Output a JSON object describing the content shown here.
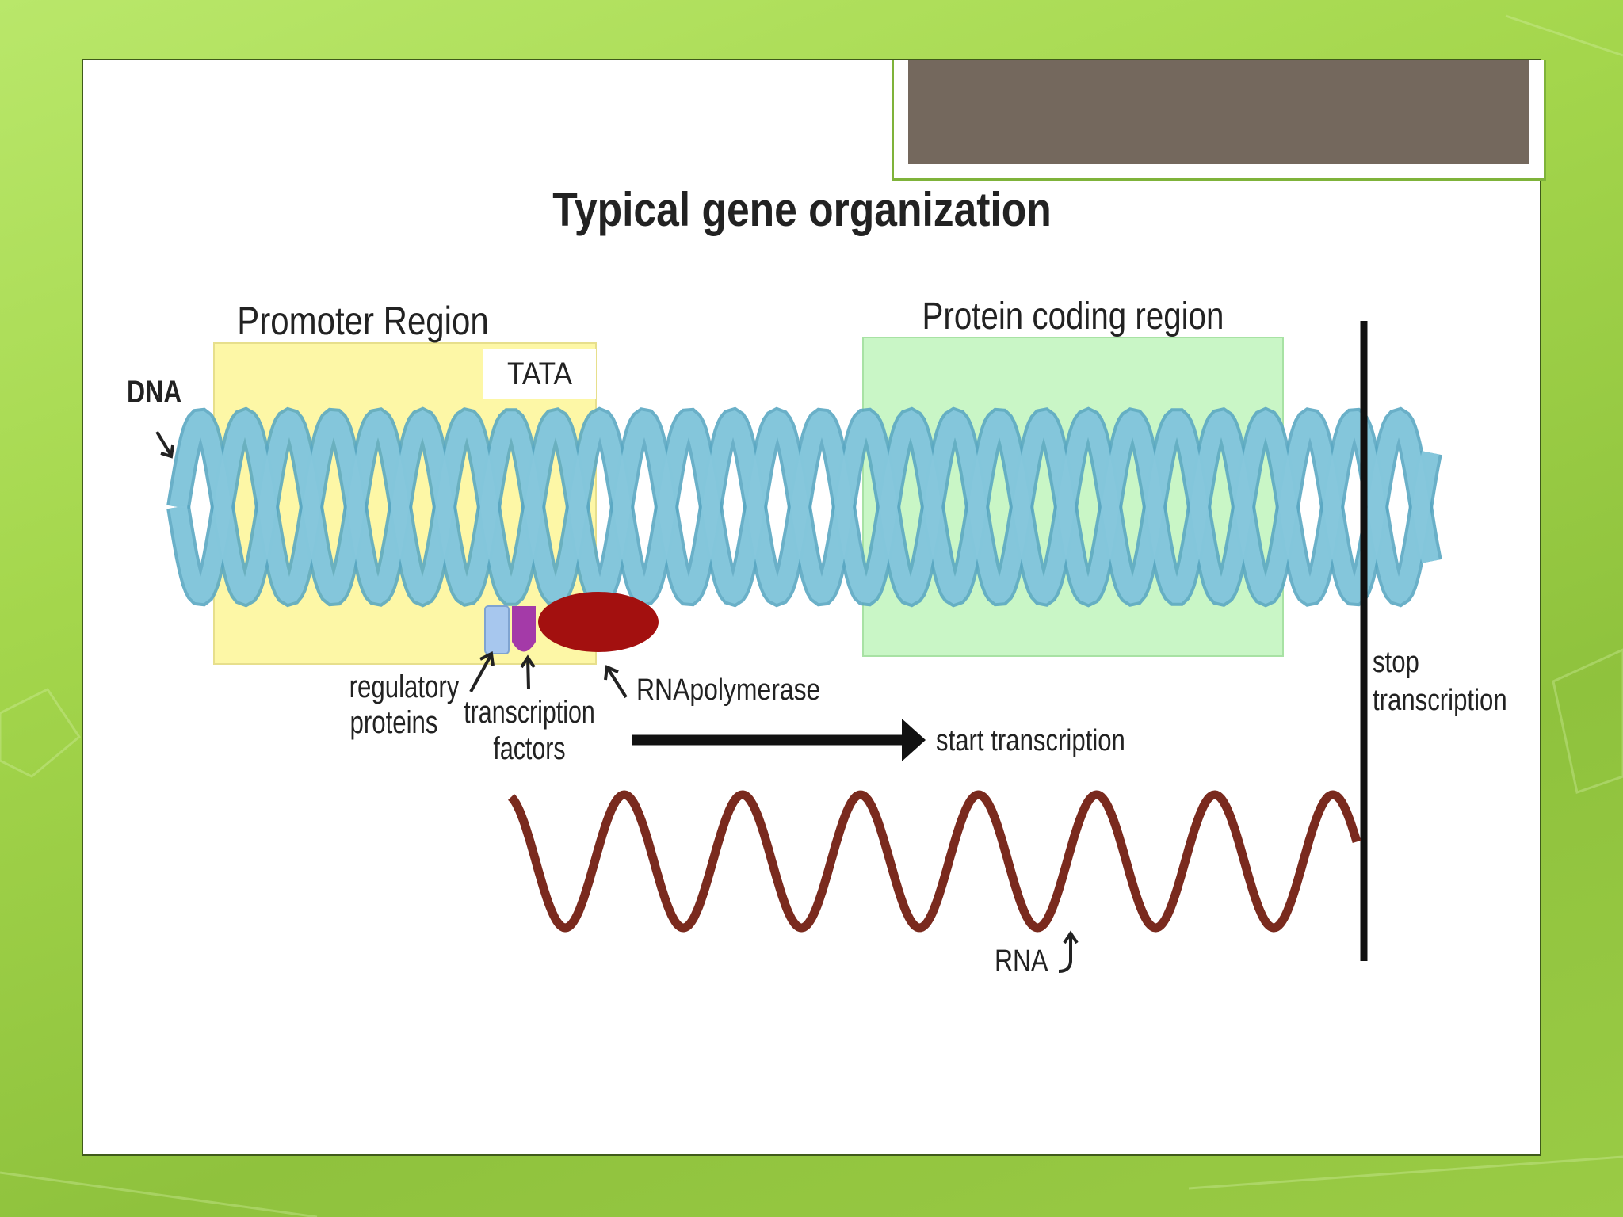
{
  "slide": {
    "title_tab_text": ""
  },
  "diagram": {
    "title": "Typical gene organization",
    "labels": {
      "promoter_region": "Promoter Region",
      "protein_coding_region": "Protein coding region",
      "tata": "TATA",
      "dna": "DNA",
      "regulatory_proteins_line1": "regulatory",
      "regulatory_proteins_line2": "proteins",
      "transcription_factors_line1": "transcription",
      "transcription_factors_line2": "factors",
      "rna_polymerase": "RNApolymerase",
      "start_transcription": "start transcription",
      "stop_transcription_line1": "stop",
      "stop_transcription_line2": "transcription",
      "rna": "RNA"
    },
    "colors": {
      "promoter_fill": "#fdf7a6",
      "coding_fill": "#c9f6c6",
      "dna_strand": "#86c7dc",
      "dna_edge": "#5aa7c2",
      "rna_strand": "#7a2a1e",
      "rna_polymerase": "#a3100f",
      "regulatory_protein": "#a7c7ee",
      "transcription_factor": "#a43aa8",
      "arrow": "#111111"
    }
  }
}
